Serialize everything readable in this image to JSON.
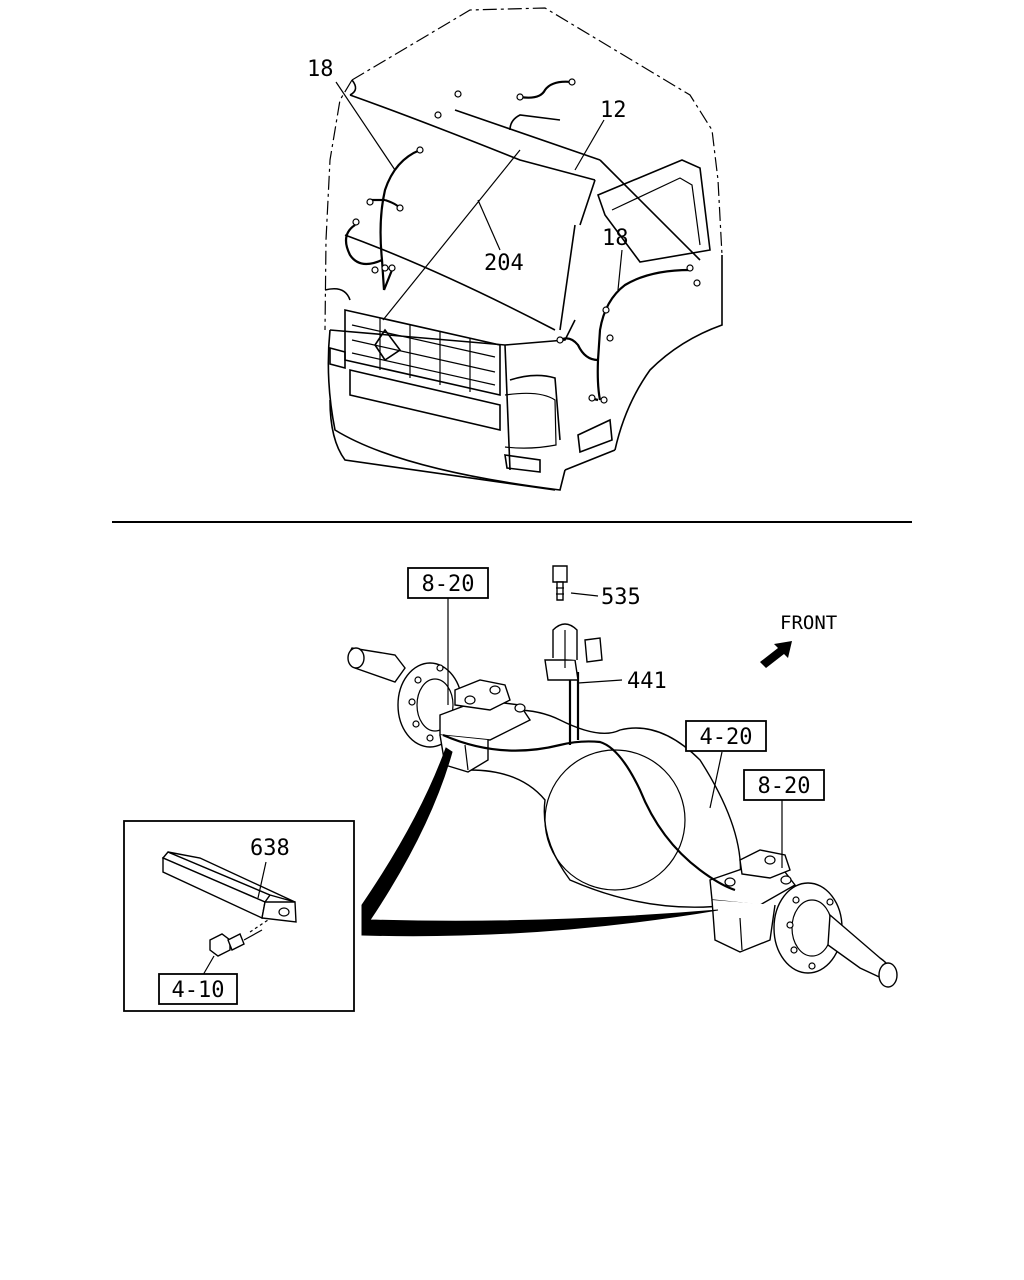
{
  "cab_callouts": {
    "c18_left": "18",
    "c12": "12",
    "c204": "204",
    "c18_right": "18"
  },
  "axle_callouts": {
    "ref_8_20_left": "8-20",
    "c535": "535",
    "front": "FRONT",
    "c441": "441",
    "ref_4_20": "4-20",
    "ref_8_20_right": "8-20"
  },
  "inset_callouts": {
    "c638": "638",
    "ref_4_10": "4-10"
  },
  "icons": {
    "front_arrow": "front-direction-arrow-icon"
  }
}
